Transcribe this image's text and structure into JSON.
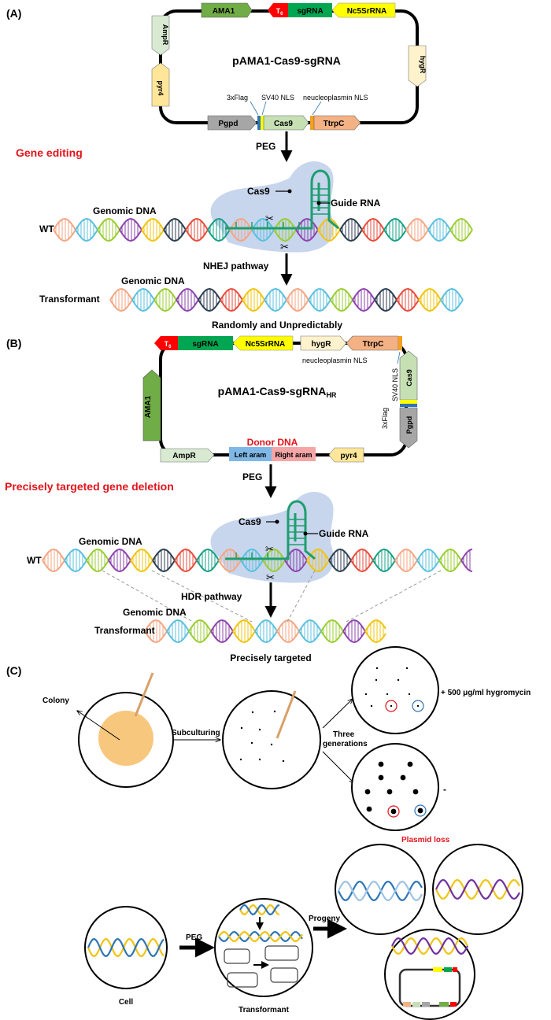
{
  "panel_a": {
    "label": "(A)",
    "plasmid_name": "pAMA1-Cas9-sgRNA",
    "parts": {
      "ama1": "AMA1",
      "t6": "T",
      "t6_sub": "6",
      "sgrna": "sgRNA",
      "nc5s": "Nc5SrRNA",
      "ampr": "AmpR",
      "pyr4": "pyr4",
      "hygr": "hygR",
      "pgpd": "Pgpd",
      "cas9": "Cas9",
      "ttrpc": "TtrpC"
    },
    "tags": {
      "flag": "3xFlag",
      "sv40": "SV40 NLS",
      "neuc": "neucleoplasmin NLS"
    },
    "peg": "PEG",
    "title_red": "Gene editing",
    "cas9_label": "Cas9",
    "guide_label": "Guide RNA",
    "genomic_dna": "Genomic DNA",
    "wt": "WT",
    "pathway": "NHEJ pathway",
    "genomic_dna2": "Genomic DNA",
    "transformant": "Transformant",
    "caption": "Randomly and Unpredictably"
  },
  "panel_b": {
    "label": "(B)",
    "plasmid_name": "pAMA1-Cas9-sgRNA",
    "plasmid_sub": "HR",
    "parts": {
      "t6": "T",
      "t6_sub": "6",
      "sgrna": "sgRNA",
      "nc5s": "Nc5SrRNA",
      "hygr": "hygR",
      "ttrpc": "TtrpC",
      "ama1": "AMA1",
      "cas9": "Cas9",
      "pgpd": "Pgpd",
      "ampr": "AmpR",
      "pyr4": "pyr4",
      "left": "Left aram",
      "right": "Right aram"
    },
    "tags": {
      "neuc": "neucleoplasmin NLS",
      "sv40": "SV40 NLS",
      "flag": "3xFlag"
    },
    "donor": "Donor DNA",
    "peg": "PEG",
    "title_red": "Precisely targeted gene deletion",
    "cas9_label": "Cas9",
    "guide_label": "Guide RNA",
    "genomic_dna": "Genomic DNA",
    "wt": "WT",
    "pathway": "HDR pathway",
    "genomic_dna2": "Genomic DNA",
    "transformant": "Transformant",
    "caption": "Precisely targeted"
  },
  "panel_c": {
    "label": "(C)",
    "colony": "Colony",
    "subculturing": "Subculturing",
    "three": "Three",
    "generations": "generations",
    "hygro": "+ 500 μg/ml hygromycin",
    "minus": "-",
    "plasmid_loss": "Plasmid loss",
    "peg": "PEG",
    "progeny": "Progeny",
    "cell": "Cell",
    "transformant": "Transformant"
  },
  "colors": {
    "red_text": "#e0141b",
    "cas9_green": "#c6e0b4",
    "ama1_green": "#70ad47",
    "sgrna_green": "#00a651",
    "yellow": "#ffff00",
    "t6_red": "#ff0000",
    "hyg": "#fff2cc",
    "ttrpc": "#f4b183",
    "pgpd": "#a6a6a6",
    "pyr4": "#ffe699",
    "ampr": "#d9ead3",
    "cloud": "#b4c7e7",
    "colony": "#f8c77e",
    "guide": "#1e9e6e"
  }
}
